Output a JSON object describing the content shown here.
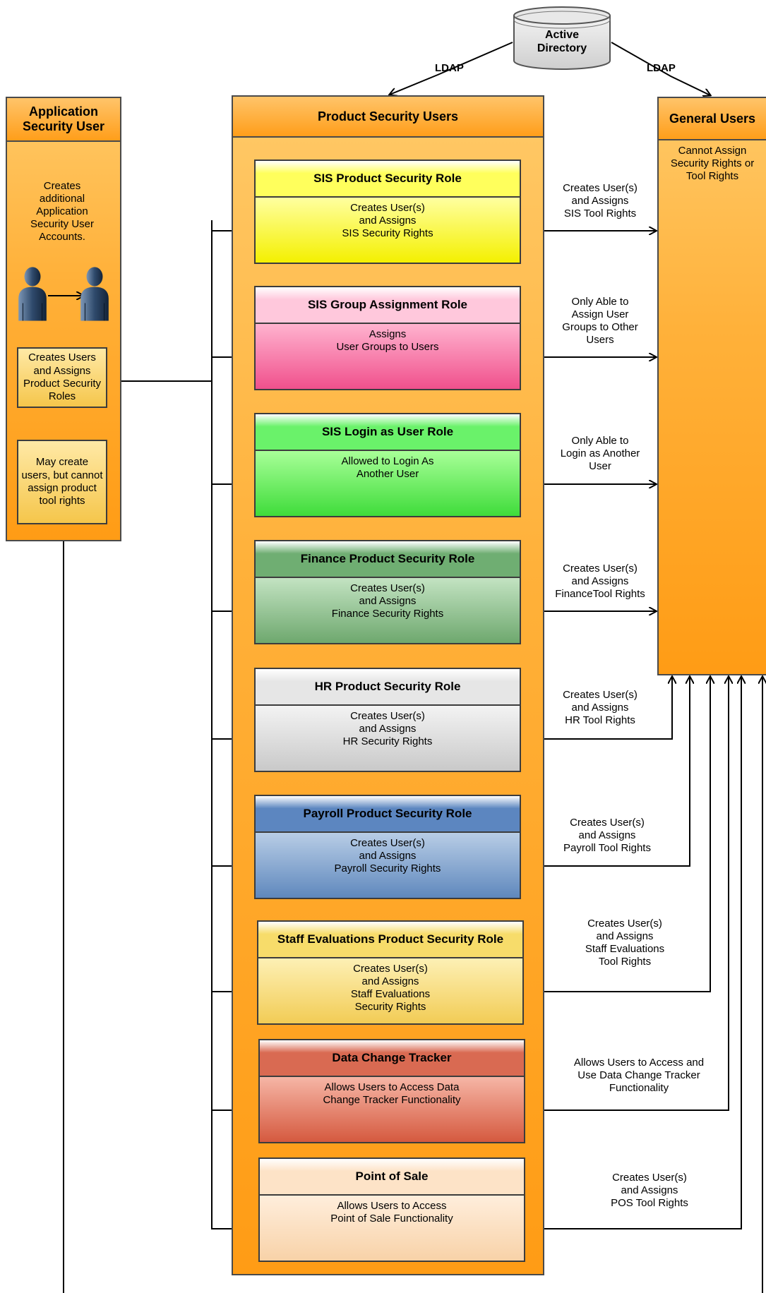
{
  "active_directory": {
    "label": "Active\nDirectory",
    "ldap_left": "LDAP",
    "ldap_right": "LDAP"
  },
  "app_security": {
    "title": "Application Security User",
    "desc": "Creates additional Application Security User Accounts.",
    "box1": "Creates Users and Assigns Product Security Roles",
    "box2": "May create users, but cannot assign product tool rights"
  },
  "product_security": {
    "title": "Product Security Users"
  },
  "general_users": {
    "title": "General Users",
    "desc": "Cannot Assign Security Rights or Tool Rights"
  },
  "roles": [
    {
      "title": "SIS Product Security Role",
      "body": "Creates User(s)\nand Assigns\nSIS Security Rights",
      "edge": "Creates User(s)\nand Assigns\nSIS Tool Rights",
      "head_color": "#ffff5c",
      "body_top": "#ffffa0",
      "body_bottom": "#f4f000"
    },
    {
      "title": "SIS Group Assignment Role",
      "body": "Assigns\nUser Groups to Users",
      "edge": "Only Able to\nAssign User\nGroups to Other\nUsers",
      "head_color": "#ffc8dc",
      "body_top": "#ffb3cf",
      "body_bottom": "#f0508c"
    },
    {
      "title": "SIS Login as User Role",
      "body": "Allowed to Login As\nAnother User",
      "edge": "Only Able to\nLogin as Another\nUser",
      "head_color": "#6af26a",
      "body_top": "#a8ff98",
      "body_bottom": "#3fdc3a"
    },
    {
      "title": "Finance Product Security Role",
      "body": "Creates User(s)\nand Assigns\nFinance Security Rights",
      "edge": "Creates User(s)\nand Assigns\nFinanceTool Rights",
      "head_color": "#6fae72",
      "body_top": "#c3e3c2",
      "body_bottom": "#6ea86e"
    },
    {
      "title": "HR Product Security Role",
      "body": "Creates User(s)\nand Assigns\nHR  Security Rights",
      "edge": "Creates User(s)\nand Assigns\nHR Tool Rights",
      "head_color": "#e6e6e6",
      "body_top": "#f3f3f3",
      "body_bottom": "#c9c9c9"
    },
    {
      "title": "Payroll Product Security Role",
      "body": "Creates User(s)\nand Assigns\nPayroll Security Rights",
      "edge": "Creates User(s)\nand Assigns\nPayroll Tool Rights",
      "head_color": "#5c86c0",
      "body_top": "#b8cde6",
      "body_bottom": "#5f88bd"
    },
    {
      "title": "Staff Evaluations Product Security Role",
      "body": "Creates User(s)\nand Assigns\nStaff Evaluations\nSecurity Rights",
      "edge": "Creates User(s)\nand Assigns\nStaff Evaluations\nTool Rights",
      "head_color": "#f7dc6a",
      "body_top": "#fdf0b5",
      "body_bottom": "#f2cc55"
    },
    {
      "title": "Data Change Tracker",
      "body": "Allows Users to Access Data\nChange Tracker Functionality",
      "edge": "Allows Users to Access and\nUse Data Change Tracker\nFunctionality",
      "head_color": "#d96a52",
      "body_top": "#f6b6a6",
      "body_bottom": "#d55a3f"
    },
    {
      "title": "Point of Sale",
      "body": "Allows Users to Access\nPoint of Sale Functionality",
      "edge": "Creates User(s)\nand Assigns\nPOS Tool Rights",
      "head_color": "#fde3c7",
      "body_top": "#ffeedc",
      "body_bottom": "#f8d2a8"
    }
  ]
}
